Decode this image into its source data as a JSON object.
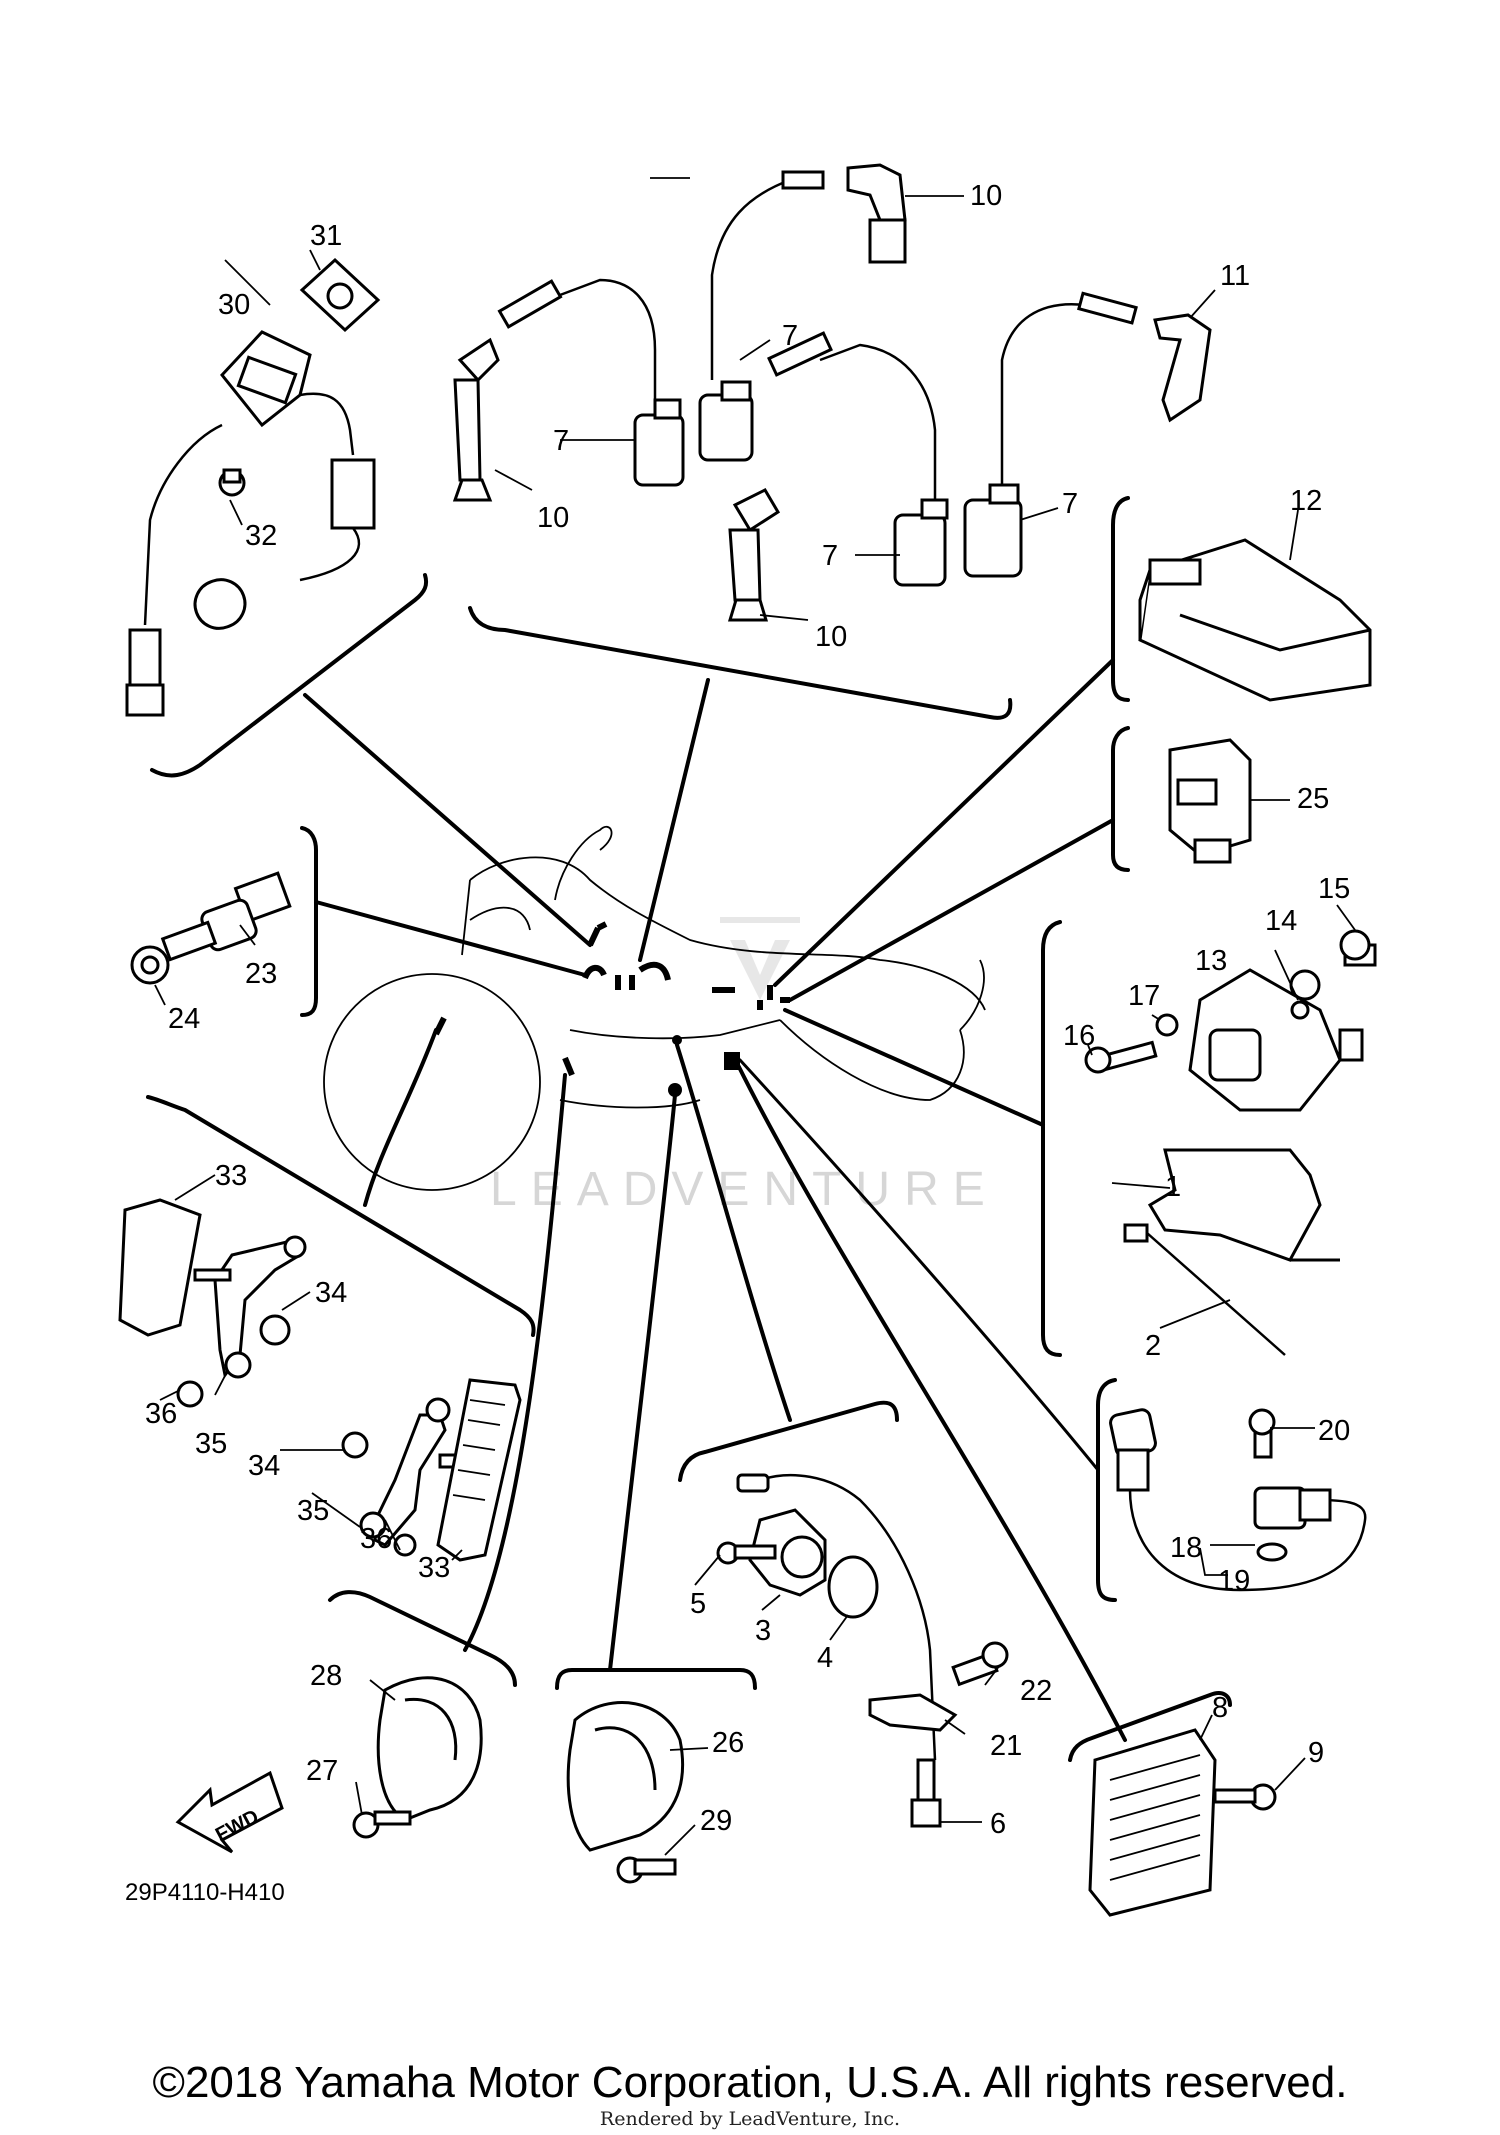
{
  "diagram_code": "29P4110-H410",
  "fwd_label": "FWD",
  "watermark": "LEADVENTURE",
  "copyright": "©2018 Yamaha Motor Corporation, U.S.A. All rights reserved.",
  "rendered_by": "Rendered by LeadVenture, Inc.",
  "callouts": [
    {
      "id": "1",
      "label": "1"
    },
    {
      "id": "2",
      "label": "2"
    },
    {
      "id": "3",
      "label": "3"
    },
    {
      "id": "4",
      "label": "4"
    },
    {
      "id": "5",
      "label": "5"
    },
    {
      "id": "6",
      "label": "6"
    },
    {
      "id": "7a",
      "label": "7"
    },
    {
      "id": "7b",
      "label": "7"
    },
    {
      "id": "7c",
      "label": "7"
    },
    {
      "id": "7d",
      "label": "7"
    },
    {
      "id": "8",
      "label": "8"
    },
    {
      "id": "9",
      "label": "9"
    },
    {
      "id": "10a",
      "label": "10"
    },
    {
      "id": "10b",
      "label": "10"
    },
    {
      "id": "10c",
      "label": "10"
    },
    {
      "id": "11",
      "label": "11"
    },
    {
      "id": "12",
      "label": "12"
    },
    {
      "id": "13",
      "label": "13"
    },
    {
      "id": "14",
      "label": "14"
    },
    {
      "id": "15",
      "label": "15"
    },
    {
      "id": "16",
      "label": "16"
    },
    {
      "id": "17",
      "label": "17"
    },
    {
      "id": "18",
      "label": "18"
    },
    {
      "id": "19",
      "label": "19"
    },
    {
      "id": "20",
      "label": "20"
    },
    {
      "id": "21",
      "label": "21"
    },
    {
      "id": "22",
      "label": "22"
    },
    {
      "id": "23",
      "label": "23"
    },
    {
      "id": "24",
      "label": "24"
    },
    {
      "id": "25",
      "label": "25"
    },
    {
      "id": "26",
      "label": "26"
    },
    {
      "id": "27",
      "label": "27"
    },
    {
      "id": "28",
      "label": "28"
    },
    {
      "id": "29",
      "label": "29"
    },
    {
      "id": "30",
      "label": "30"
    },
    {
      "id": "31",
      "label": "31"
    },
    {
      "id": "32",
      "label": "32"
    },
    {
      "id": "33a",
      "label": "33"
    },
    {
      "id": "33b",
      "label": "33"
    },
    {
      "id": "34a",
      "label": "34"
    },
    {
      "id": "34b",
      "label": "34"
    },
    {
      "id": "35a",
      "label": "35"
    },
    {
      "id": "35b",
      "label": "35"
    },
    {
      "id": "36a",
      "label": "36"
    },
    {
      "id": "36b",
      "label": "36"
    }
  ]
}
